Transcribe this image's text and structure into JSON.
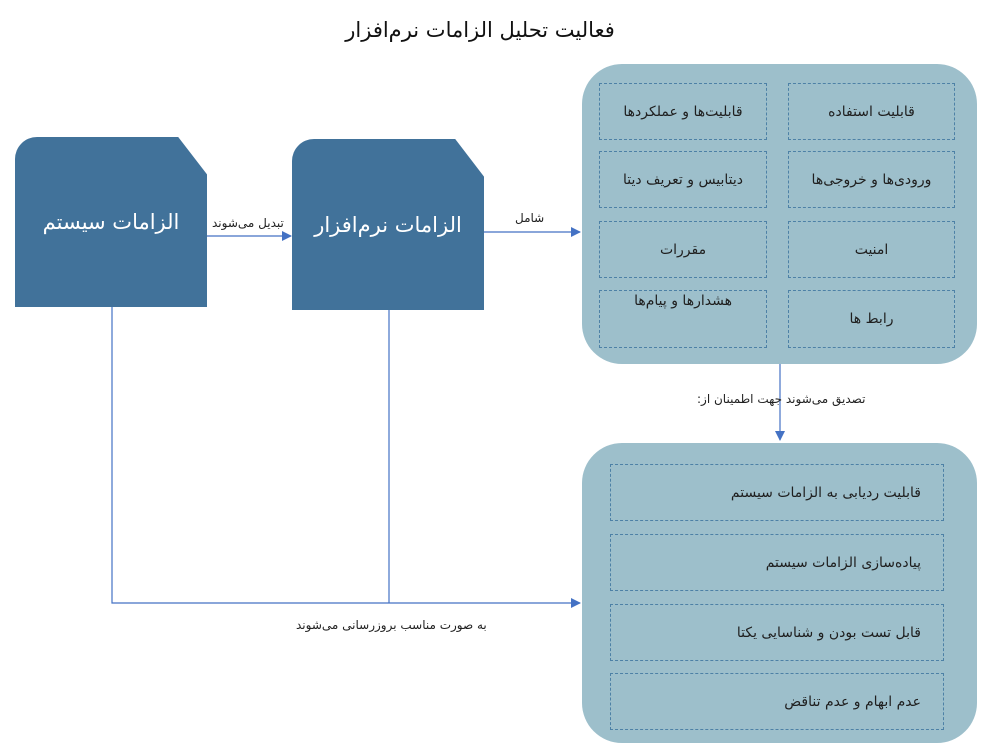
{
  "title": "فعالیت تحلیل الزامات نرم‌افزار",
  "nodes": {
    "system_requirements": "الزامات سیستم",
    "software_requirements": "الزامات نرم‌افزار"
  },
  "edge_labels": {
    "converted": "تبدیل می‌شوند",
    "includes": "شامل",
    "verified": "تصدیق می‌شوند جهت اطمینان از:",
    "updated": "به صورت مناسب بروزرسانی می‌شوند"
  },
  "includes_items": [
    "قابلیت استفاده",
    "قابلیت‌ها و عملکردها",
    "ورودی‌ها و خروجی‌ها",
    "دیتابیس و تعریف دیتا",
    "امنیت",
    "مقررات",
    "رابط ها",
    "هشدارها و پیام‌ها"
  ],
  "verification_items": [
    "قابلیت ردیابی به الزامات سیستم",
    "پیاده‌سازی الزامات سیستم",
    "قابل تست بودن و شناسایی یکتا",
    "عدم ابهام و عدم تناقض"
  ],
  "colors": {
    "node_fill": "#41729a",
    "panel_fill": "#9dbfcb",
    "line": "#4472c4",
    "dashed_border": "#4d81a6"
  }
}
